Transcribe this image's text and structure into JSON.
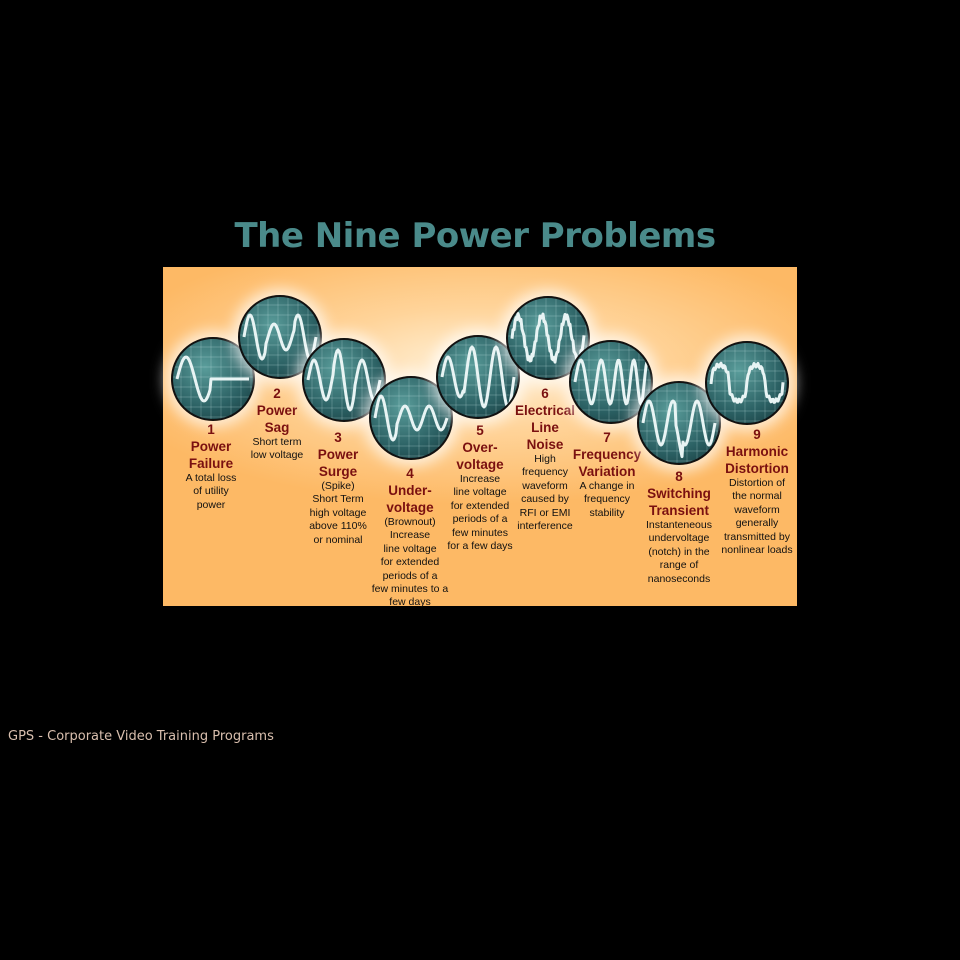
{
  "title": "The Nine Power Problems",
  "problems": [
    {
      "num": "1",
      "title": "Power\nFailure",
      "desc": "A total loss\nof utility\npower",
      "icon": "power-failure-waveform-icon"
    },
    {
      "num": "2",
      "title": "Power\nSag",
      "desc": "Short term\nlow voltage",
      "icon": "power-sag-waveform-icon"
    },
    {
      "num": "3",
      "title": "Power\nSurge",
      "desc": "(Spike)\nShort Term\nhigh voltage\nabove 110%\nor nominal",
      "icon": "power-surge-waveform-icon"
    },
    {
      "num": "4",
      "title": "Under-\nvoltage",
      "desc": "(Brownout)\nIncrease\nline voltage\nfor extended\nperiods of a\nfew minutes to a\nfew days",
      "icon": "undervoltage-waveform-icon"
    },
    {
      "num": "5",
      "title": "Over-\nvoltage",
      "desc": "Increase\nline voltage\nfor extended\nperiods of a\nfew minutes\nfor a few days",
      "icon": "overvoltage-waveform-icon"
    },
    {
      "num": "6",
      "title": "Electrical\nLine\nNoise",
      "desc": "High\nfrequency\nwaveform\ncaused by\nRFI or EMI\ninterference",
      "icon": "line-noise-waveform-icon"
    },
    {
      "num": "7",
      "title": "Frequency\nVariation",
      "desc": "A change in\nfrequency\nstability",
      "icon": "frequency-variation-waveform-icon"
    },
    {
      "num": "8",
      "title": "Switching\nTransient",
      "desc": "Instanteneous\nundervoltage\n(notch) in the\nrange of\nnanoseconds",
      "icon": "switching-transient-waveform-icon"
    },
    {
      "num": "9",
      "title": "Harmonic\nDistortion",
      "desc": "Distortion of\nthe normal\nwaveform\ngenerally\ntransmitted by\nnonlinear loads",
      "icon": "harmonic-distortion-waveform-icon"
    }
  ],
  "footer": "GPS - Corporate Video Training Programs"
}
